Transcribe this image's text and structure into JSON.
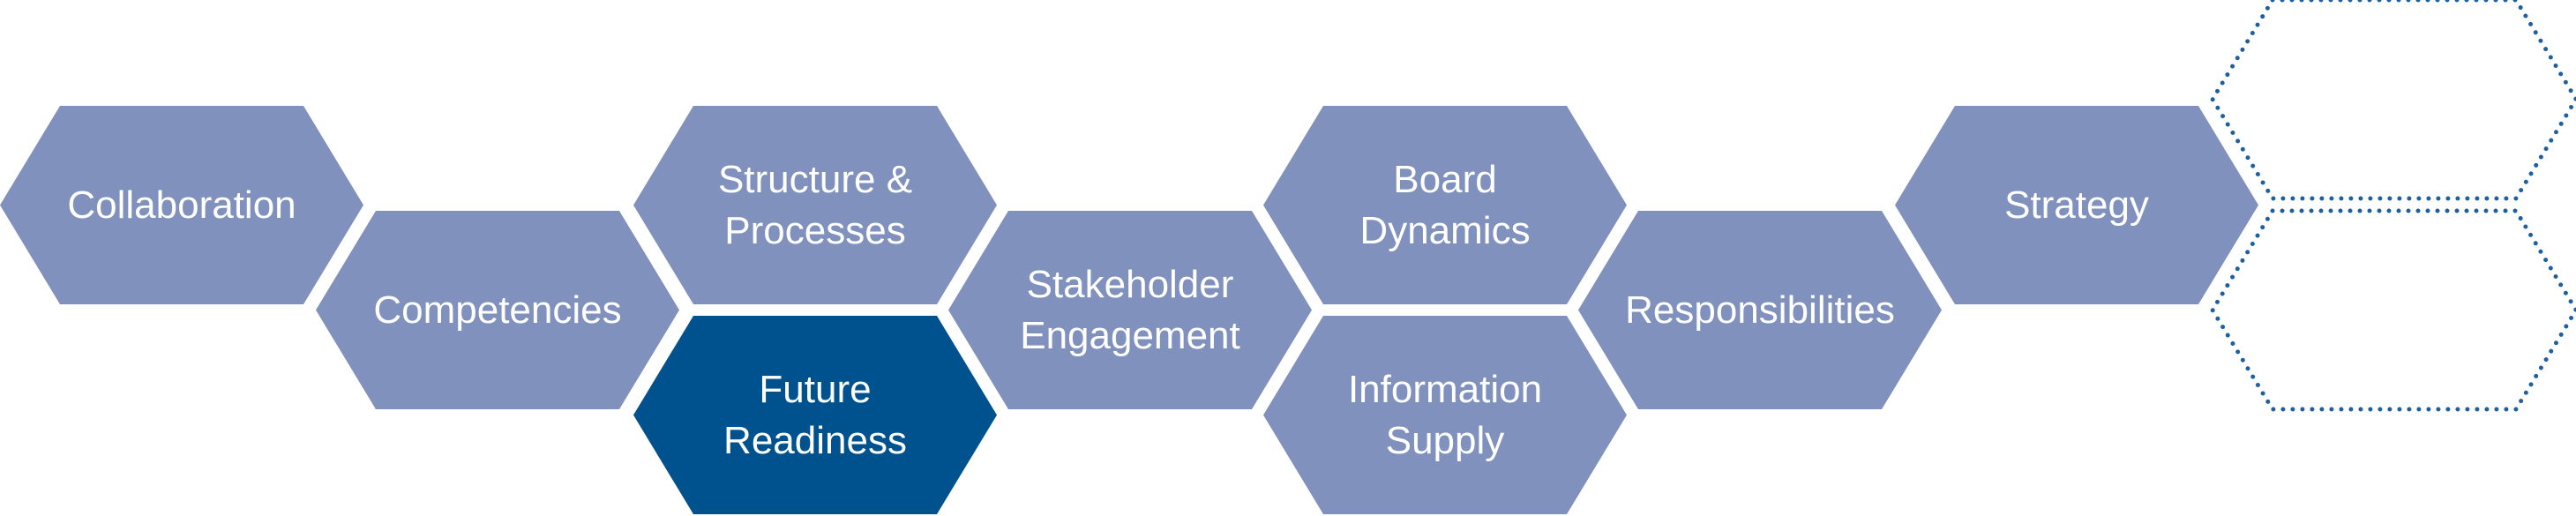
{
  "colors": {
    "hex_fill": "#7F91BC",
    "hex_highlight": "#00528F",
    "outline_dotted": "#1E5FA0",
    "text": "#FFFFFF"
  },
  "hexagons": [
    {
      "id": "collaboration",
      "lines": [
        "Collaboration"
      ],
      "highlight": false
    },
    {
      "id": "competencies",
      "lines": [
        "Competencies"
      ],
      "highlight": false
    },
    {
      "id": "structure-processes",
      "lines": [
        "Structure &",
        "Processes"
      ],
      "highlight": false
    },
    {
      "id": "future-readiness",
      "lines": [
        "Future",
        "Readiness"
      ],
      "highlight": true
    },
    {
      "id": "stakeholder-engagement",
      "lines": [
        "Stakeholder",
        "Engagement"
      ],
      "highlight": false
    },
    {
      "id": "board-dynamics",
      "lines": [
        "Board",
        "Dynamics"
      ],
      "highlight": false
    },
    {
      "id": "information-supply",
      "lines": [
        "Information",
        "Supply"
      ],
      "highlight": false
    },
    {
      "id": "responsibilities",
      "lines": [
        "Responsibilities"
      ],
      "highlight": false
    },
    {
      "id": "strategy",
      "lines": [
        "Strategy"
      ],
      "highlight": false
    }
  ],
  "placeholders": [
    {
      "id": "empty-top"
    },
    {
      "id": "empty-bottom"
    }
  ]
}
